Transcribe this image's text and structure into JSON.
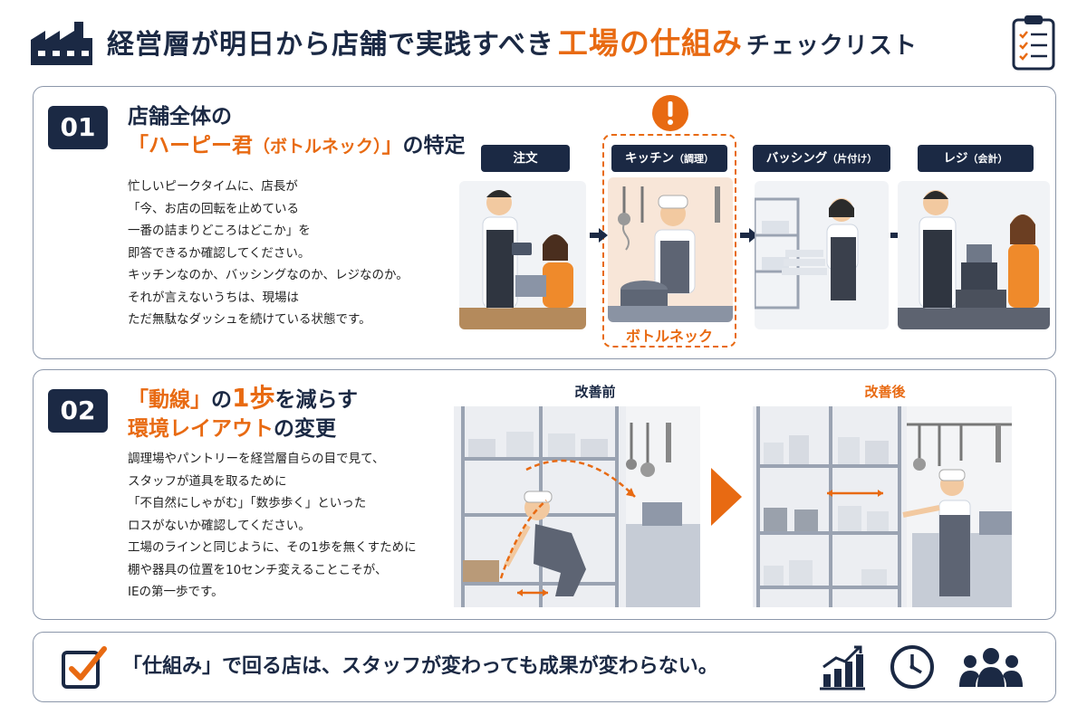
{
  "header": {
    "title_part1": "経営層が明日から店舗で実践すべき",
    "title_accent": "工場の仕組み",
    "title_part2": "チェックリスト"
  },
  "section1": {
    "number": "01",
    "heading_line1": "店舗全体の",
    "heading_open": "「ハーピー君",
    "heading_paren": "（ボトルネック）",
    "heading_close": "」",
    "heading_tail": "の特定",
    "body": [
      "忙しいピークタイムに、店長が",
      "「今、お店の回転を止めている",
      "一番の詰まりどころはどこか」を",
      "即答できるか確認してください。",
      "キッチンなのか、バッシングなのか、レジなのか。",
      "それが言えないうちは、現場は",
      "ただ無駄なダッシュを続けている状態です。"
    ],
    "steps": [
      {
        "label": "注文",
        "sub": ""
      },
      {
        "label": "キッチン",
        "sub": "（調理）"
      },
      {
        "label": "バッシング",
        "sub": "（片付け）"
      },
      {
        "label": "レジ",
        "sub": "（会計）"
      }
    ],
    "bottleneck_label": "ボトルネック"
  },
  "section2": {
    "number": "02",
    "heading_l1_a": "「動線」",
    "heading_l1_b": "の",
    "heading_l1_c": "1歩",
    "heading_l1_d": "を減らす",
    "heading_l2_a": "環境レイアウト",
    "heading_l2_b": "の変更",
    "body": [
      "調理場やパントリーを経営層自らの目で見て、",
      "スタッフが道具を取るために",
      "「不自然にしゃがむ」「数歩歩く」といった",
      "ロスがないか確認してください。",
      "工場のラインと同じように、その1歩を無くすために",
      "棚や器具の位置を10センチ変えることこそが、",
      "IEの第一歩です。"
    ],
    "before_label": "改善前",
    "after_label": "改善後"
  },
  "footer": {
    "message": "「仕組み」で回る店は、スタッフが変わっても成果が変わらない。"
  },
  "colors": {
    "navy": "#1b2944",
    "orange": "#e86a12"
  }
}
